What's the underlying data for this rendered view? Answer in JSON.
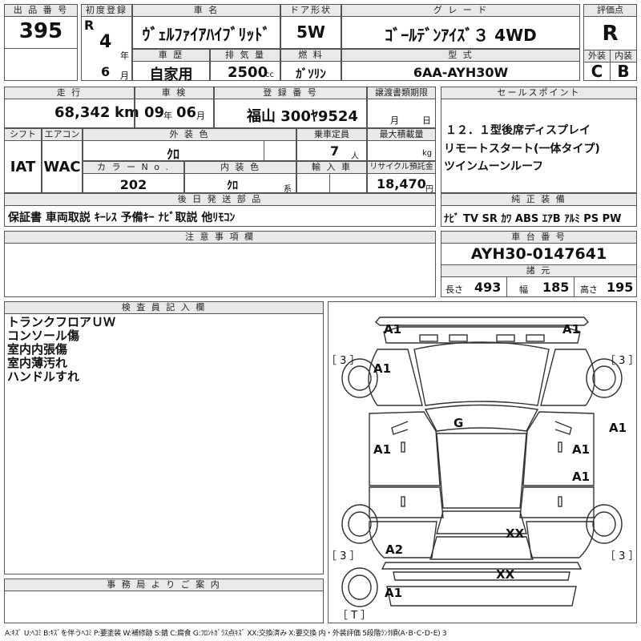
{
  "headers": {
    "lot_no": "出 品 番 号",
    "first_reg": "初度登録",
    "car_name": "車  名",
    "door": "ドア形状",
    "grade": "グ レ ー ド",
    "score": "評価点",
    "history": "車 歴",
    "displacement": "排 気 量",
    "fuel": "燃 料",
    "model_code": "型 式",
    "exterior": "外装",
    "interior": "内装",
    "mileage": "走 行",
    "inspection": "車 検",
    "reg_no": "登 録 番 号",
    "transfer": "譲渡書類期限",
    "sales_point": "セールスポイント",
    "shift": "シフト",
    "aircon": "エアコン",
    "ext_color": "外 装 色",
    "capacity": "乗車定員",
    "max_load": "最大積載量",
    "color_no": "カ ラ ー N o .",
    "int_color": "内 装 色",
    "import": "輸 入 車",
    "recycle": "リサイクル預託金",
    "later_parts": "後 日 発 送 部 品",
    "genuine": "純 正 装 備",
    "notes": "注 意 事 項 欄",
    "chassis": "車 台 番 号",
    "specs": "諸 元",
    "inspector": "検 査 員 記 入 欄",
    "office": "事 務 局 よ り ご 案 内"
  },
  "lot": {
    "number": "395"
  },
  "first_reg": {
    "era": "R",
    "year": "4",
    "year_unit": "年",
    "month": "6",
    "month_unit": "月"
  },
  "car": {
    "name": "ｳﾞｪﾙﾌｧｲｱﾊｲﾌﾞﾘｯﾄﾞ",
    "door": "5W",
    "grade": "ｺﾞｰﾙﾃﾞﾝｱｲｽﾞ３ 4WD",
    "history": "自家用",
    "displacement": "2500",
    "disp_unit": "cc",
    "fuel": "ｶﾞｿﾘﾝ",
    "model_code": "6AA-AYH30W"
  },
  "score": {
    "overall": "R",
    "exterior": "C",
    "interior": "B"
  },
  "mileage": {
    "value": "68,342",
    "unit": "km"
  },
  "inspection": {
    "year": "09",
    "year_unit": "年",
    "month": "06",
    "month_unit": "月"
  },
  "registration": {
    "value": "福山 300ﾔ9524"
  },
  "transfer": {
    "month_unit": "月",
    "day_unit": "日"
  },
  "sales_points": [
    "１２．１型後席ディスプレイ",
    "リモートスタート(一体タイプ)",
    "ツインムーンルーフ"
  ],
  "shift": {
    "value": "IAT"
  },
  "aircon": {
    "value": "WAC"
  },
  "ext_color": {
    "value": "ｸﾛ"
  },
  "capacity": {
    "value": "7",
    "unit": "人"
  },
  "max_load": {
    "unit": "kg"
  },
  "color_no": {
    "value": "202"
  },
  "int_color": {
    "value": "ｸﾛ",
    "suffix": "系"
  },
  "recycle": {
    "value": "18,470",
    "unit": "円"
  },
  "later_parts": {
    "value": "保証書 車両取説 ｷｰﾚｽ 予備ｷｰ ﾅﾋﾞ取説 他ﾘﾓｺﾝ"
  },
  "genuine": {
    "value": "ﾅﾋﾞ TV SR ｶﾜ ABS ｴｱB ｱﾙﾐ PS PW"
  },
  "chassis": {
    "value": "AYH30-0147641"
  },
  "specs": {
    "length_label": "長さ",
    "length": "493",
    "width_label": "幅",
    "width": "185",
    "height_label": "高さ",
    "height": "195"
  },
  "inspector_notes": [
    "トランクフロアＵＷ",
    "コンソール傷",
    "室内内張傷",
    "室内薄汚れ",
    "ハンドルすれ"
  ],
  "diagram": {
    "labels": {
      "front_left": "A1",
      "front_right": "A1",
      "fender_left": "A1",
      "roof": "G",
      "door_left": "A1",
      "fender_right_top": "A1",
      "door_right": "A1",
      "door_right_rear": "A1",
      "rear_xx": "XX",
      "quarter_left": "A2",
      "rear_bumper_xx": "XX",
      "rear_left": "A1"
    },
    "tires": {
      "fl": "［ 3 ］",
      "fr": "［ 3 ］",
      "rl": "［ 3 ］",
      "rr": "［ 3 ］",
      "spare": "［ T ］"
    }
  },
  "legend": "A:ｷｽﾞ U:ﾍｺﾐ B:ｷｽﾞを伴うﾍｺﾐ P:要塗装 W:補修跡 S:錆 C:腐食 G:ﾌﾛﾝﾄｶﾞﾗｽ点ｷｽﾞ XX:交換済み X:要交換 内・外装評価 5段階ﾗﾝｸ順(A･B･C･D･E) 3"
}
